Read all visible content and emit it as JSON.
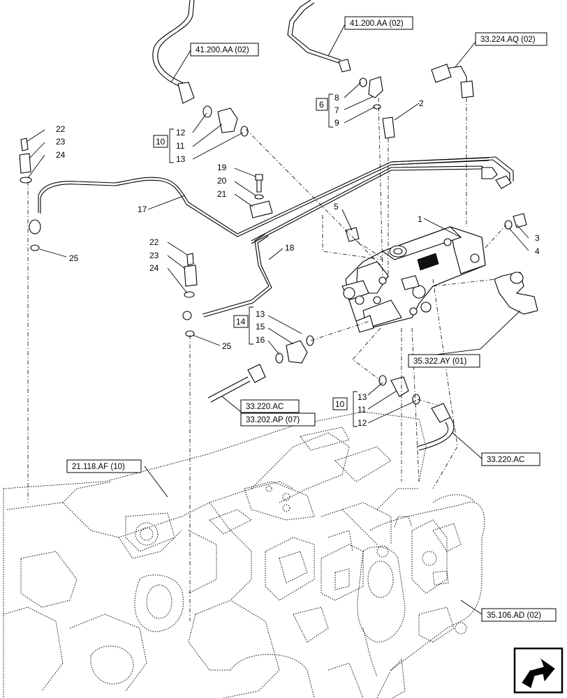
{
  "callouts": {
    "n1": "1",
    "n2": "2",
    "n3": "3",
    "n4": "4",
    "n5": "5",
    "n6_bracket": "6",
    "n7": "7",
    "n8": "8",
    "n9": "9",
    "n10_upper_bracket": "10",
    "n11_upper": "11",
    "n12_upper": "12",
    "n13_upper": "13",
    "n10_lower_bracket": "10",
    "n11_lower": "11",
    "n12_lower": "12",
    "n13_lower": "13",
    "n14_bracket": "14",
    "n13_mid": "13",
    "n15": "15",
    "n16": "16",
    "n17": "17",
    "n18": "18",
    "n19": "19",
    "n20": "20",
    "n21": "21",
    "n22_upper": "22",
    "n23_upper": "23",
    "n24_upper": "24",
    "n25_upper": "25",
    "n22_lower": "22",
    "n23_lower": "23",
    "n24_lower": "24",
    "n25_lower": "25"
  },
  "references": {
    "r_41200aa_left": "41.200.AA (02)",
    "r_41200aa_right": "41.200.AA (02)",
    "r_33224aq": "33.224.AQ (02)",
    "r_35322ay": "35.322.AY (01)",
    "r_33220ac_left": "33.220.AC",
    "r_33202ap": "33.202.AP (07)",
    "r_33220ac_right": "33.220.AC",
    "r_21118af": "21.118.AF (10)",
    "r_35106ad": "35.106.AD (02)"
  },
  "icons": {
    "nav": "next-page-arrow-icon"
  }
}
